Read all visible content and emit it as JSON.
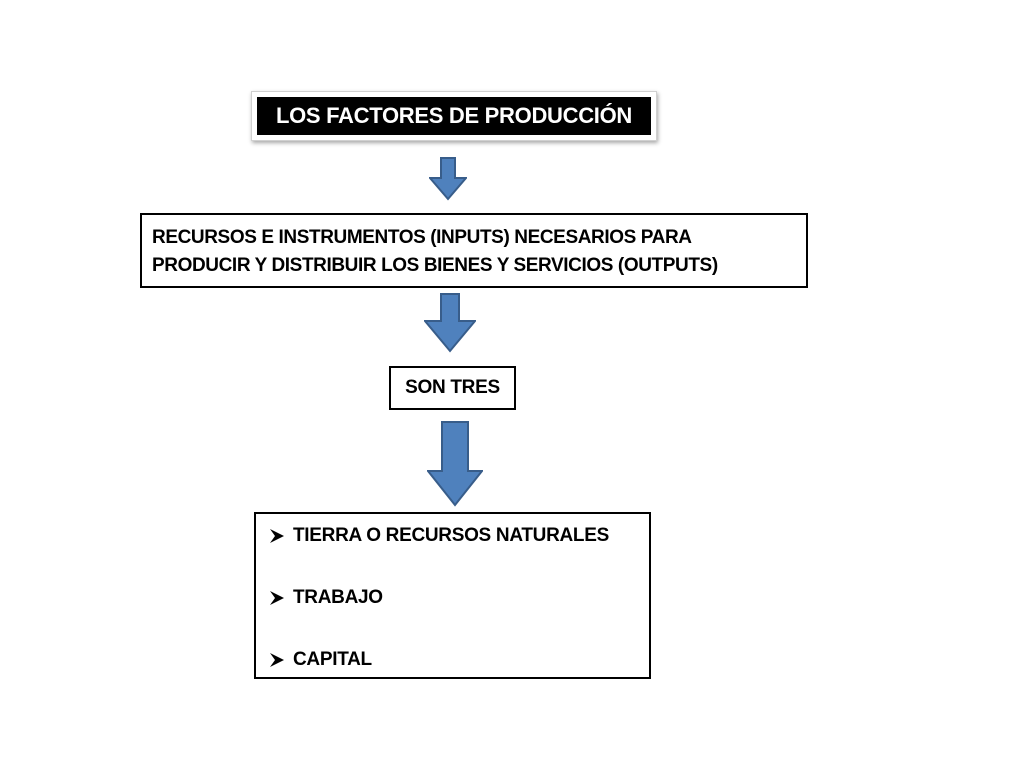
{
  "diagram": {
    "title": "LOS FACTORES DE PRODUCCIÓN",
    "definition": {
      "line1": "RECURSOS E INSTRUMENTOS (INPUTS) NECESARIOS PARA",
      "line2": "PRODUCIR Y DISTRIBUIR LOS BIENES Y SERVICIOS (OUTPUTS)"
    },
    "count_label": "SON TRES",
    "factors": [
      "TIERRA O RECURSOS NATURALES",
      "TRABAJO",
      "CAPITAL"
    ]
  },
  "colors": {
    "arrow_fill": "#4f81bd",
    "arrow_stroke": "#385d8a",
    "title_background": "#000000",
    "title_text": "#ffffff",
    "box_border": "#000000"
  },
  "icons": {
    "arrow": "down-arrow-icon",
    "bullet": "arrowhead-bullet-icon"
  }
}
